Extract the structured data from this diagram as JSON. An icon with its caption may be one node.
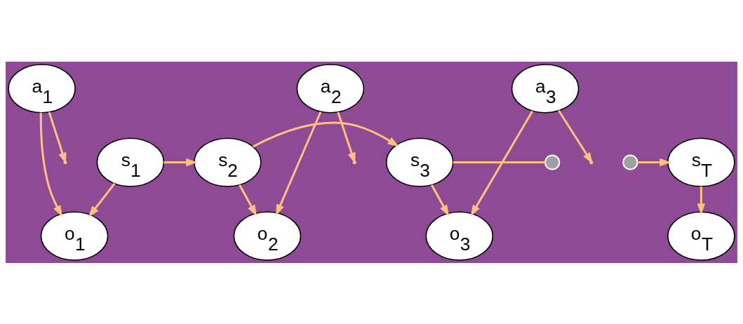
{
  "diagram": {
    "nodes": [
      {
        "text": [
          "a$_{1}$"
        ]
      },
      {
        "text": [
          "a$_{2}$"
        ]
      },
      {
        "text": [
          "a$_{3}$"
        ]
      },
      {
        "text": [
          "s$_{1}$"
        ]
      },
      {
        "text": [
          "s$_{2}$"
        ]
      },
      {
        "text": [
          "s$_{3}$"
        ]
      },
      {
        "text": [],
        "shape": "circle"
      },
      {
        "text": [],
        "shape": "circle"
      },
      {
        "text": [
          "s$_{T}$"
        ]
      },
      {
        "text": [
          "o$_{1}$"
        ]
      },
      {
        "text": [
          "o$_{2}$"
        ]
      },
      {
        "text": [
          "o$_{3}$"
        ]
      },
      {
        "text": [
          "o$_{T}$"
        ]
      }
    ],
    "edges": [
      {
        "from": 3,
        "to": 4,
        "arrow": "to"
      },
      {
        "from": 4,
        "to": 5,
        "arrow": "to"
      },
      {
        "from": 5,
        "to": 6,
        "arrow": "none"
      },
      {
        "from": 7,
        "to": 8,
        "arrow": "to"
      },
      {
        "from": 3,
        "to": 9,
        "arrow": "to"
      },
      {
        "from": 4,
        "to": 10,
        "arrow": "to"
      },
      {
        "from": 5,
        "to": 11,
        "arrow": "to"
      },
      {
        "from": 8,
        "to": 12,
        "arrow": "to"
      },
      {
        "from": 0,
        "to": null,
        "arrow": "to"
      },
      {
        "from": 0,
        "to": 9,
        "arrow": "to"
      },
      {
        "from": 1,
        "to": null,
        "arrow": "to"
      },
      {
        "from": 1,
        "to": 10,
        "arrow": "to"
      },
      {
        "from": 2,
        "to": null,
        "arrow": "to"
      },
      {
        "from": 2,
        "to": 11,
        "arrow": "to"
      }
    ]
  }
}
